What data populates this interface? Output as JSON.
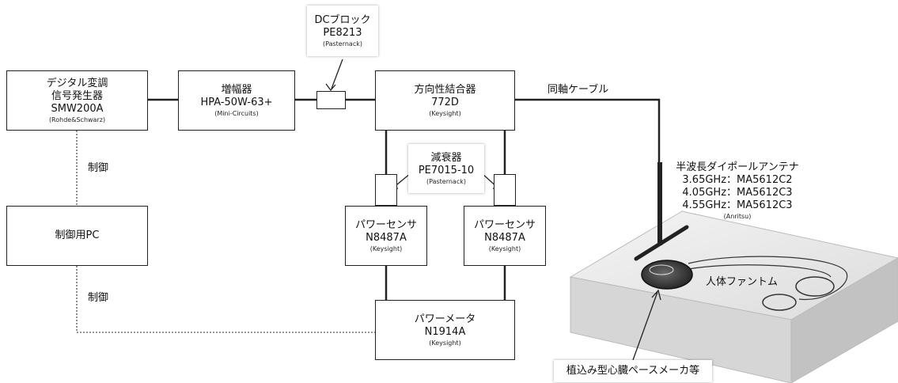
{
  "siggen": {
    "l1": "デジタル変調",
    "l2": "信号発生器",
    "model": "SMW200A",
    "maker": "(Rohde&Schwarz)"
  },
  "amp": {
    "name": "増幅器",
    "model": "HPA-50W-63+",
    "maker": "(Mini-Circuits)"
  },
  "dcblock": {
    "name": "DCブロック",
    "model": "PE8213",
    "maker": "(Pasternack)"
  },
  "coupler": {
    "name": "方向性結合器",
    "model": "772D",
    "maker": "(Keysight)"
  },
  "cable_label": "同軸ケーブル",
  "attenuator": {
    "name": "減衰器",
    "model": "PE7015-10",
    "maker": "(Pasternack)"
  },
  "sensor1": {
    "name": "パワーセンサ",
    "model": "N8487A",
    "maker": "(Keysight)"
  },
  "sensor2": {
    "name": "パワーセンサ",
    "model": "N8487A",
    "maker": "(Keysight)"
  },
  "meter": {
    "name": "パワーメータ",
    "model": "N1914A",
    "maker": "(Keysight)"
  },
  "pc": {
    "name": "制御用PC"
  },
  "control_label_top": "制御",
  "control_label_bottom": "制御",
  "antenna": {
    "name": "半波長ダイポールアンテナ",
    "f1": "3.65GHz：MA5612C2",
    "f2": "4.05GHz：MA5612C3",
    "f3": "4.55GHz：MA5612C3",
    "maker": "(Anritsu)"
  },
  "phantom_label": "人体ファントム",
  "pacemaker_label": "植込み型心臓ペースメーカ等"
}
